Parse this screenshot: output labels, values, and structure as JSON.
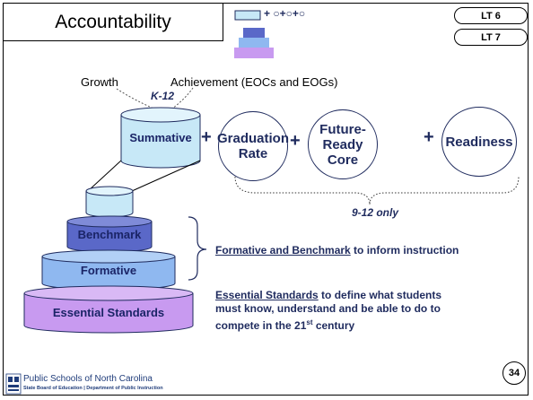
{
  "title": "Accountability",
  "learning_targets": [
    "LT 6",
    "LT 7"
  ],
  "top_legend": {
    "formula": "+ ○+○+○"
  },
  "labels": {
    "growth": "Growth",
    "achievement": "Achievement (EOCs and EOGs)",
    "k12": "K-12",
    "nine_twelve": "9-12 only"
  },
  "summative": "Summative",
  "circles": [
    "Graduation Rate",
    "Future-Ready Core",
    "Readiness"
  ],
  "plus": "+",
  "tiers": {
    "benchmark": "Benchmark",
    "formative": "Formative",
    "essential": "Essential Standards"
  },
  "descriptions": {
    "formative_link": "Formative and Benchmark",
    "formative_rest": " to inform instruction",
    "essential_link": "Essential Standards",
    "essential_rest1": " to define what students",
    "essential_rest2": "must know, understand and be able to do to",
    "essential_rest3a": "compete in the 21",
    "essential_sup": "st",
    "essential_rest3b": " century"
  },
  "footer": {
    "org": "Public Schools of North Carolina",
    "sub": "State Board of Education | Department of Public Instruction",
    "page": "34"
  },
  "colors": {
    "light_blue": "#c7e8f7",
    "mid_blue": "#8fb8f0",
    "dark_blue": "#5a68c8",
    "lavender": "#c89af0",
    "navy": "#1f2b5e"
  }
}
